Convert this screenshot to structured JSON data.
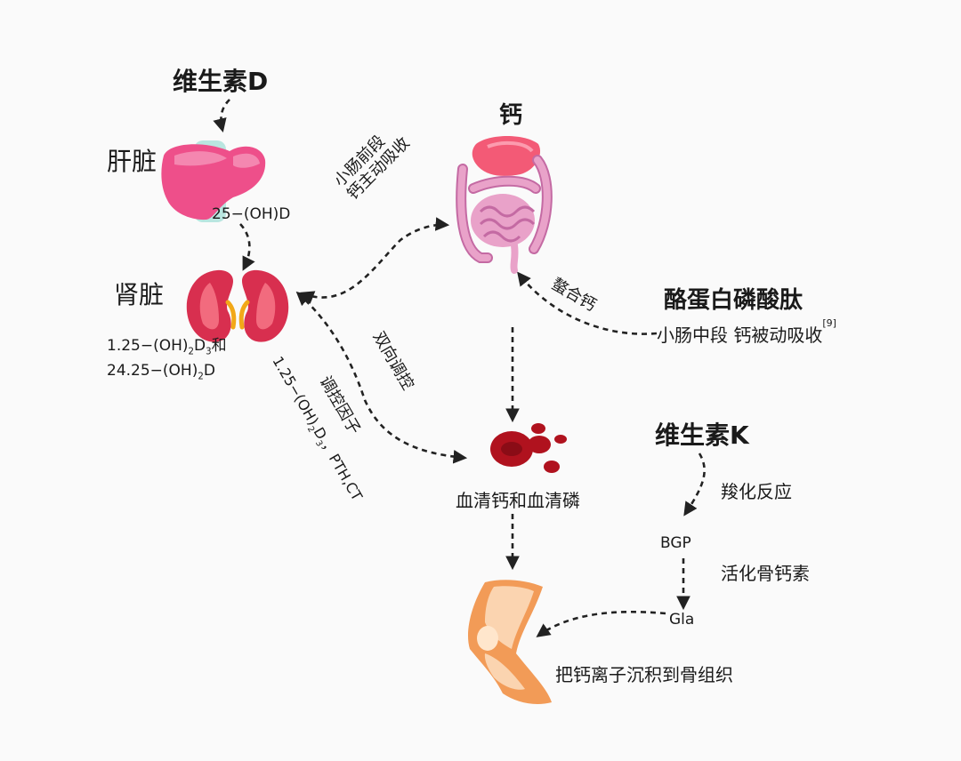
{
  "labels": {
    "vitamin_d": "维生素D",
    "liver": "肝脏",
    "oh_d": "25−(OH)D",
    "kidney": "肾脏",
    "kidney_metabolite_1_prefix": "1.25−(OH)",
    "kidney_metabolite_1_sub1": "2",
    "kidney_metabolite_1_mid": "D",
    "kidney_metabolite_1_sub2": "3",
    "kidney_metabolite_1_suffix": "和",
    "kidney_metabolite_2_prefix": "24.25−(OH)",
    "kidney_metabolite_2_sub": "2",
    "kidney_metabolite_2_suffix": "D",
    "calcium": "钙",
    "intestine_note_line1": "小肠前段",
    "intestine_note_line2": "钙主动吸收",
    "bidirectional": "双向调控",
    "regulators_title": "调控因子",
    "regulators_prefix": "1.25−(OH)",
    "regulators_sub1": "2",
    "regulators_mid": "D",
    "regulators_sub2": "3",
    "regulators_suffix": "，PTH,CT",
    "chelated_calcium": "螯合钙",
    "cpp": "酪蛋白磷酸肽",
    "cpp_note": "小肠中段 钙被动吸收",
    "reference": "[9]",
    "serum": "血清钙和血清磷",
    "vitamin_k": "维生素K",
    "carboxylation": "羧化反应",
    "bgp": "BGP",
    "activate": "活化骨钙素",
    "gla": "Gla",
    "deposit": "把钙离子沉积到骨组织"
  },
  "colors": {
    "liver": "#ee4f8a",
    "liver_light": "#f7a0c0",
    "liver_vessel": "#b9e6e0",
    "kidney": "#d82f4f",
    "kidney_dark": "#a81d3a",
    "kidney_inner": "#f26b7e",
    "ureter": "#f2a818",
    "stomach": "#f35a76",
    "intestine": "#e9a2c9",
    "intestine_dark": "#c46aa3",
    "blood": "#b0121e",
    "blood_dark": "#7a0a12",
    "knee": "#f08a3a",
    "arrow": "#222222"
  },
  "icons": [
    "liver-icon",
    "kidney-icon",
    "digestive-tract-icon",
    "blood-cells-icon",
    "knee-joint-icon"
  ]
}
